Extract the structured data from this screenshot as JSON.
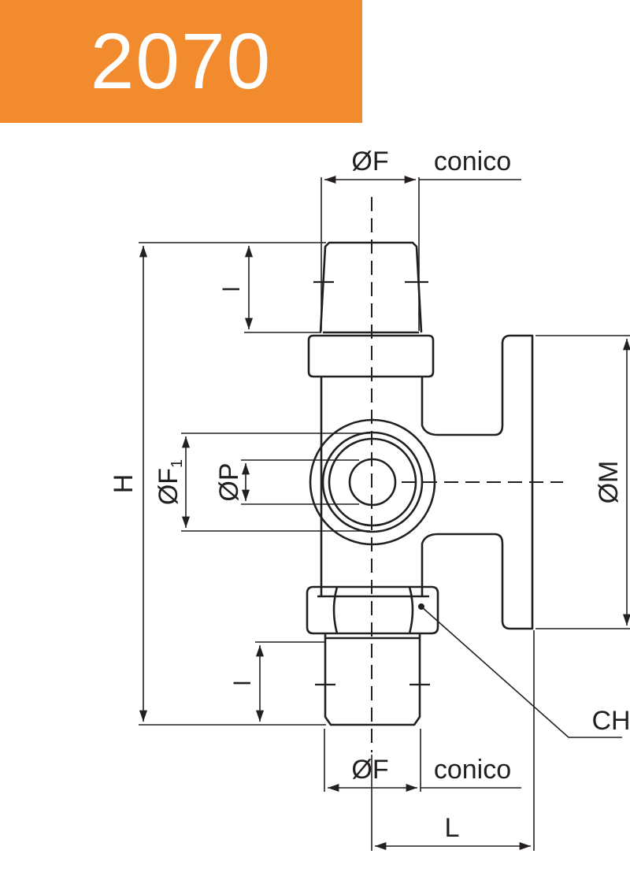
{
  "banner": {
    "code": "2070",
    "color": "#f28a2e"
  },
  "labels": {
    "thread_top": "ØF",
    "thread_top_type": "conico",
    "thread_bottom": "ØF",
    "thread_bottom_type": "conico",
    "length_top": "l",
    "length_bottom": "l",
    "height": "H",
    "port_f1_main": "ØF",
    "port_f1_sub": "1",
    "bore": "ØP",
    "diameter_m": "ØM",
    "hex": "CH",
    "length_l": "L"
  },
  "colors": {
    "line": "#231f20"
  }
}
